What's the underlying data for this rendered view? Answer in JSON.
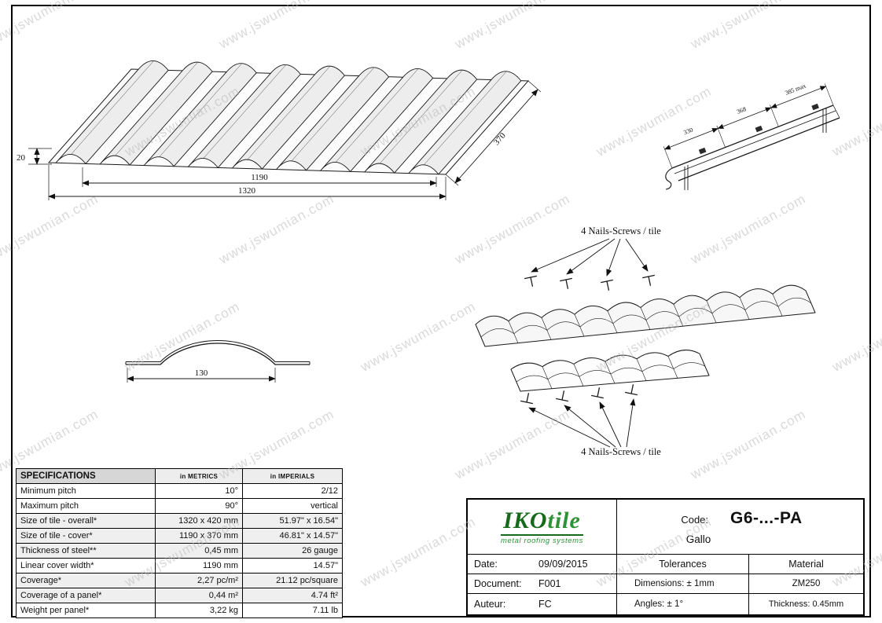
{
  "page": {
    "watermark_text": "www.jswumian.com"
  },
  "drawings": {
    "panel": {
      "dim_thickness": "20",
      "dim_cover_width": "1190",
      "dim_overall_width": "1320",
      "dim_length": "370"
    },
    "eave_detail": {
      "dim_first": "330",
      "dim_second": "368",
      "dim_third": "385 max"
    },
    "profile": {
      "dim_width": "130"
    },
    "fastening": {
      "label_top": "4 Nails-Screws / tile",
      "label_bottom": "4 Nails-Screws / tile"
    }
  },
  "spec_table": {
    "title": "SPECIFICATIONS",
    "col_metric": "in METRICS",
    "col_imperial": "in IMPERIALS",
    "rows": [
      {
        "label": "Minimum pitch",
        "metric": "10°",
        "imperial": "2/12"
      },
      {
        "label": "Maximum pitch",
        "metric": "90°",
        "imperial": "vertical"
      },
      {
        "label": "Size of tile - overall*",
        "metric": "1320 x 420 mm",
        "imperial": "51.97\" x 16.54\""
      },
      {
        "label": "Size of tile - cover*",
        "metric": "1190 x 370 mm",
        "imperial": "46.81\" x 14.57\""
      },
      {
        "label": "Thickness of steel**",
        "metric": "0,45 mm",
        "imperial": "26 gauge"
      },
      {
        "label": "Linear cover width*",
        "metric": "1190 mm",
        "imperial": "14.57\""
      },
      {
        "label": "Coverage*",
        "metric": "2,27 pc/m²",
        "imperial": "21.12 pc/square"
      },
      {
        "label": "Coverage of a panel*",
        "metric": "0,44 m²",
        "imperial": "4.74 ft²"
      },
      {
        "label": "Weight per panel*",
        "metric": "3,22 kg",
        "imperial": "7.11 lb"
      }
    ]
  },
  "title_block": {
    "logo": {
      "brand_bold": "IKO",
      "brand_script": "tile",
      "tagline": "metal roofing systems",
      "color_dark_green": "#166a1c",
      "color_light_green": "#2f9236"
    },
    "code_label": "Code:",
    "code_value": "G6-...-PA",
    "product_name": "Gallo",
    "date_label": "Date:",
    "date_value": "09/09/2015",
    "document_label": "Document:",
    "document_value": "F001",
    "author_label": "Auteur:",
    "author_value": "FC",
    "tolerances_title": "Tolerances",
    "tolerance_dimensions": "Dimensions: ± 1mm",
    "tolerance_angles": "Angles: ± 1°",
    "material_title": "Material",
    "material_value": "ZM250",
    "material_thickness": "Thickness:  0.45mm"
  }
}
